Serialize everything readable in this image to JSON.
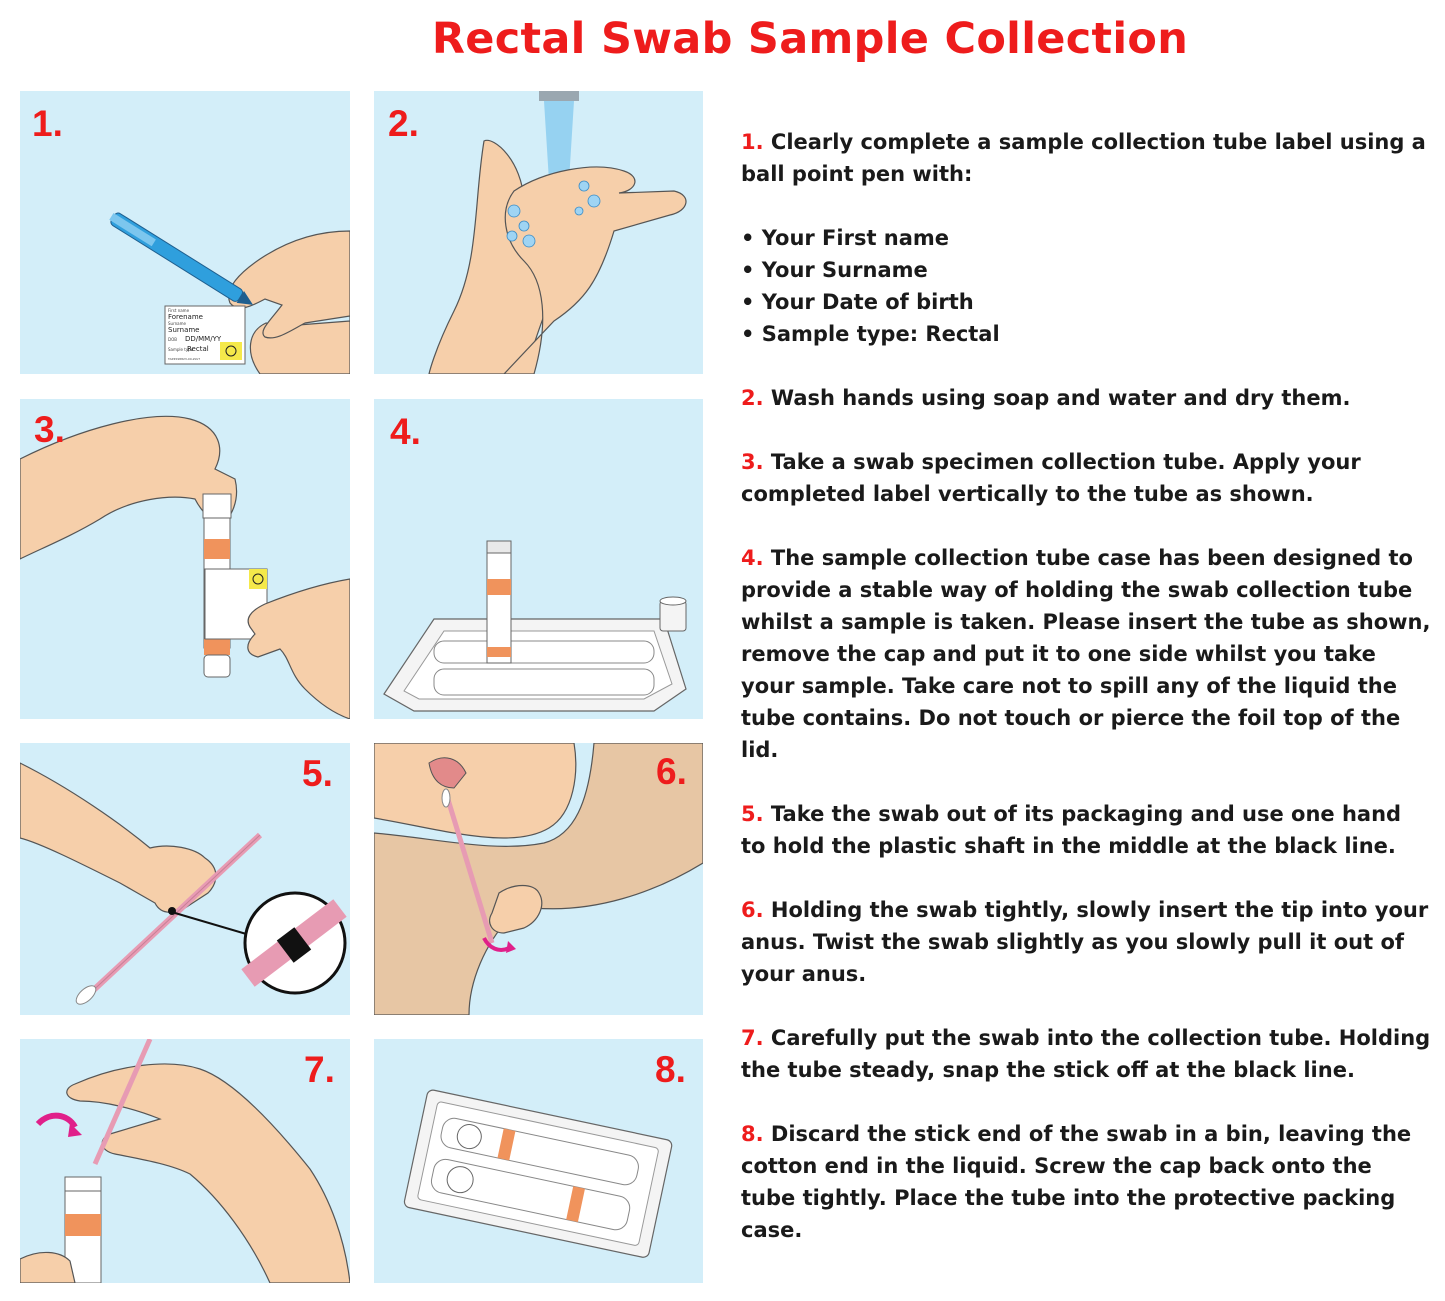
{
  "title": "Rectal Swab Sample Collection",
  "steps": [
    {
      "num": "1.",
      "text": "Clearly complete a sample collection tube label using a ball point pen with:"
    },
    {
      "num": "2.",
      "text": "Wash hands using soap and water and dry them."
    },
    {
      "num": "3.",
      "text": "Take a swab specimen collection tube. Apply your completed label vertically to the tube as shown."
    },
    {
      "num": "4.",
      "text": "The sample collection tube case has been designed to provide a stable way of holding the swab collection tube whilst a sample is taken. Please insert the tube as shown, remove the cap and put it to one side whilst you take your sample. Take care not to spill any of the liquid the tube contains. Do not touch or pierce the foil top of the lid."
    },
    {
      "num": "5.",
      "text": "Take the swab out of its packaging and use one hand to hold the plastic shaft in the middle at the black line."
    },
    {
      "num": "6.",
      "text": "Holding the swab tightly, slowly insert the tip into your anus. Twist the swab slightly as you slowly pull it out of your anus."
    },
    {
      "num": "7.",
      "text": "Carefully put the swab into the collection tube. Holding the tube steady, snap the stick off at the black line."
    },
    {
      "num": "8.",
      "text": "Discard the stick end of the swab in a bin, leaving the cotton end in the liquid. Screw the cap back onto the tube tightly. Place the tube into the protective packing case."
    }
  ],
  "bullets": [
    "Your First name",
    "Your Surname",
    "Your Date of birth",
    "Sample type: Rectal"
  ],
  "label": {
    "first_name_caption": "First name",
    "forename": "Forename",
    "surname_caption": "Surname",
    "surname": "Surname",
    "dob_caption": "DOB",
    "dob": "DD/MM/YY",
    "sample_type_caption": "Sample type",
    "sample_type": "Rectal",
    "code": "TAP4598823-00-ZLV7"
  },
  "colors": {
    "accent_red": "#ee1c1c",
    "panel_bg": "#d3eef9",
    "skin": "#f6cfaa",
    "orange_band": "#f0935c",
    "swab_pink": "#e79bb3"
  }
}
